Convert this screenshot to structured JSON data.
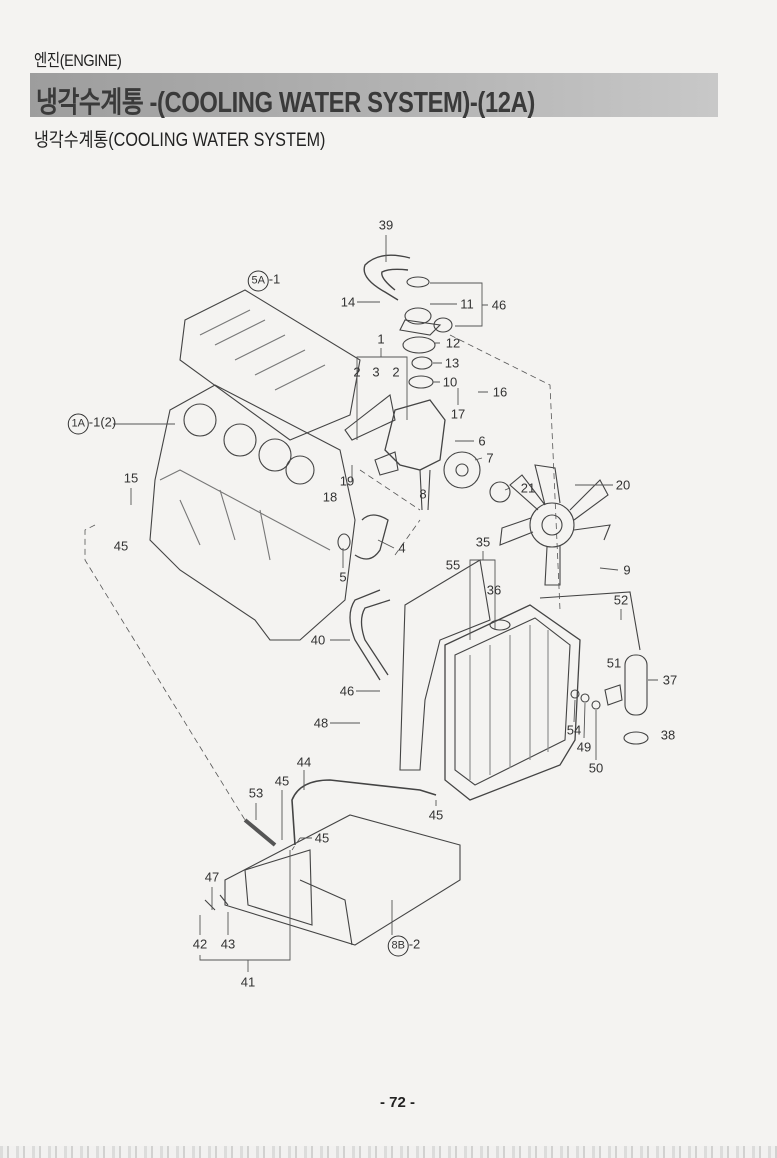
{
  "header": {
    "section": "엔진(ENGINE)",
    "banner": "냉각수계통 -(COOLING WATER SYSTEM)-(12A)",
    "subtitle": "냉각수계통(COOLING WATER SYSTEM)"
  },
  "refs": {
    "r5a": "5A",
    "r5a_suffix": "-1",
    "r1a": "1A",
    "r1a_suffix": "-1(2)",
    "r8b": "8B",
    "r8b_suffix": "-2"
  },
  "callouts": {
    "c39": "39",
    "c14": "14",
    "c11": "11",
    "c46a": "46",
    "c1": "1",
    "c12": "12",
    "c2a": "2",
    "c3": "3",
    "c2b": "2",
    "c13": "13",
    "c10": "10",
    "c16": "16",
    "c17": "17",
    "c6": "6",
    "c7": "7",
    "c19": "19",
    "c18": "18",
    "c8": "8",
    "c21": "21",
    "c20": "20",
    "c15": "15",
    "c45a": "45",
    "c4": "4",
    "c5": "5",
    "c35": "35",
    "c55": "55",
    "c36": "36",
    "c9": "9",
    "c52": "52",
    "c40": "40",
    "c51": "51",
    "c37": "37",
    "c46b": "46",
    "c54": "54",
    "c49": "49",
    "c38": "38",
    "c50": "50",
    "c48": "48",
    "c44": "44",
    "c45b": "45",
    "c53": "53",
    "c45c": "45",
    "c45d": "45",
    "c47": "47",
    "c42": "42",
    "c43": "43",
    "c41": "41"
  },
  "footer": {
    "page": "- 72 -"
  }
}
